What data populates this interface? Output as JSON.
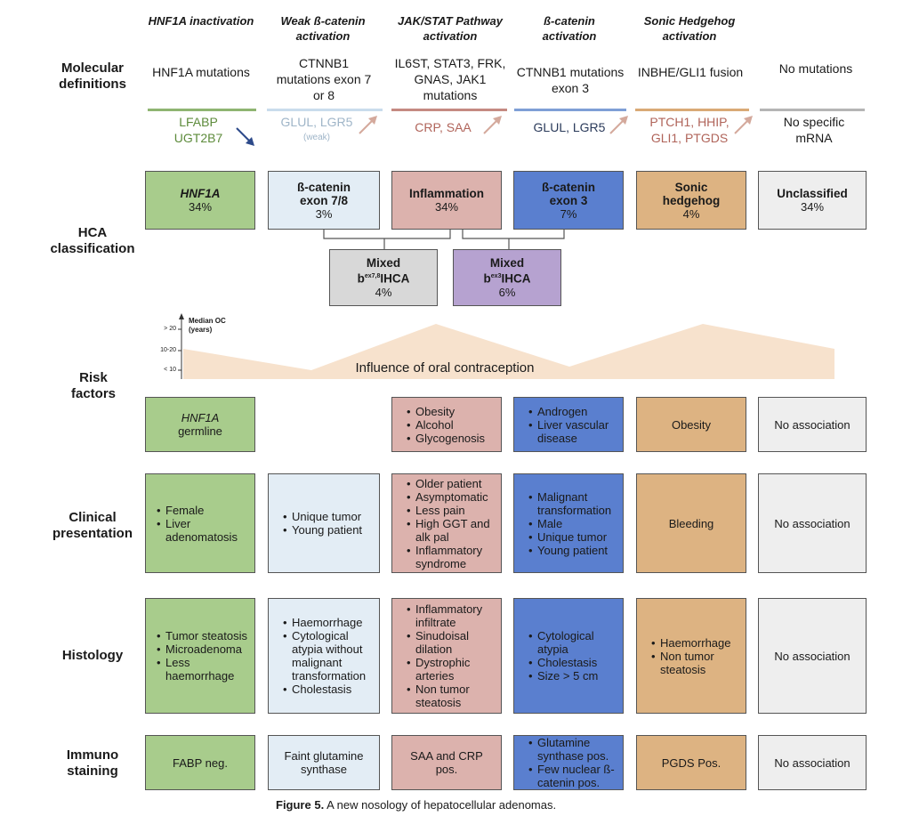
{
  "columns": [
    {
      "gene": "HNF1A inactivation",
      "mutation": "HNF1A mutations",
      "mrna": "LFABP UGT2B7",
      "mrna_weak": ""
    },
    {
      "gene": "Weak ß-catenin activation",
      "mutation": "CTNNB1 mutations exon 7 or 8",
      "mrna": "GLUL, LGR5",
      "mrna_weak": "(weak)"
    },
    {
      "gene": "JAK/STAT Pathway activation",
      "mutation": "IL6ST, STAT3, FRK, GNAS, JAK1 mutations",
      "mrna": "CRP, SAA",
      "mrna_weak": ""
    },
    {
      "gene": "ß-catenin activation",
      "mutation": "CTNNB1 mutations exon 3",
      "mrna": "GLUL, LGR5",
      "mrna_weak": ""
    },
    {
      "gene": "Sonic Hedgehog activation",
      "mutation": "INBHE/GLI1 fusion",
      "mrna": "PTCH1, HHIP, GLI1, PTGDS",
      "mrna_weak": ""
    },
    {
      "gene": "",
      "mutation": "No mutations",
      "mrna": "No specific mRNA",
      "mrna_weak": ""
    }
  ],
  "row_labels": {
    "molecular": "Molecular definitions",
    "hca": "HCA classification",
    "risk": "Risk factors",
    "clinical": "Clinical presentation",
    "histology": "Histology",
    "immuno": "Immuno staining"
  },
  "hca": [
    {
      "name": "HNF1A",
      "pct": "34%"
    },
    {
      "name": "ß-catenin exon 7/8",
      "pct": "3%"
    },
    {
      "name": "Inflammation",
      "pct": "34%"
    },
    {
      "name": "ß-catenin exon 3",
      "pct": "7%"
    },
    {
      "name": "Sonic hedgehog",
      "pct": "4%"
    },
    {
      "name": "Unclassified",
      "pct": "34%"
    }
  ],
  "mixed": [
    {
      "name_a": "Mixed",
      "name_b_pre": "b",
      "name_b_sup": "ex7,8",
      "name_b_post": "IHCA",
      "pct": "4%"
    },
    {
      "name_a": "Mixed",
      "name_b_pre": "b",
      "name_b_sup": "ex3",
      "name_b_post": "IHCA",
      "pct": "6%"
    }
  ],
  "oc_graph": {
    "axis_label": "Median OC (years)",
    "ticks": [
      "> 20",
      "10-20",
      "< 10"
    ],
    "banner": "Influence of oral contraception"
  },
  "risk_factors": [
    {
      "items": [],
      "text_italic": "HNF1A",
      "text": "germline"
    },
    null,
    {
      "items": [
        "Obesity",
        "Alcohol",
        "Glycogenosis"
      ]
    },
    {
      "items": [
        "Androgen",
        "Liver vascular disease"
      ]
    },
    {
      "text": "Obesity"
    },
    {
      "text": "No association"
    }
  ],
  "clinical": [
    {
      "items": [
        "Female",
        "Liver adenomatosis"
      ]
    },
    {
      "items": [
        "Unique tumor",
        "Young patient"
      ]
    },
    {
      "items": [
        "Older patient",
        "Asymptomatic",
        "Less pain",
        "High GGT and alk pal",
        "Inflammatory syndrome"
      ]
    },
    {
      "items": [
        "Malignant transformation",
        "Male",
        "Unique tumor",
        "Young patient"
      ]
    },
    {
      "text": "Bleeding"
    },
    {
      "text": "No association"
    }
  ],
  "histology": [
    {
      "items": [
        "Tumor steatosis",
        "Microadenoma",
        "Less haemorrhage"
      ]
    },
    {
      "items": [
        "Haemorrhage",
        "Cytological atypia without malignant transformation",
        "Cholestasis"
      ]
    },
    {
      "items": [
        "Inflammatory infiltrate",
        "Sinudoisal dilation",
        "Dystrophic arteries",
        "Non tumor steatosis"
      ]
    },
    {
      "items": [
        "Cytological atypia",
        "Cholestasis",
        "Size > 5 cm"
      ]
    },
    {
      "items": [
        "Haemorrhage",
        "Non tumor steatosis"
      ]
    },
    {
      "text": "No association"
    }
  ],
  "immuno": [
    {
      "text": "FABP neg."
    },
    {
      "text": "Faint glutamine synthase"
    },
    {
      "text": "SAA and CRP pos."
    },
    {
      "items": [
        "Glutamine synthase pos.",
        "Few nuclear ß-catenin pos."
      ]
    },
    {
      "text": "PGDS Pos."
    },
    {
      "text": "No association"
    }
  ],
  "caption": {
    "bold": "Figure 5.",
    "text": " A new nosology of hepatocellular adenomas."
  },
  "colors": {
    "green": "#a8cc8c",
    "lightblue": "#e3edf5",
    "pink": "#dcb2ad",
    "blue": "#5a7fcf",
    "tan": "#ddb382",
    "grey": "#eeeeee",
    "purple": "#b6a2d0",
    "mixgrey": "#d8d8d8"
  }
}
